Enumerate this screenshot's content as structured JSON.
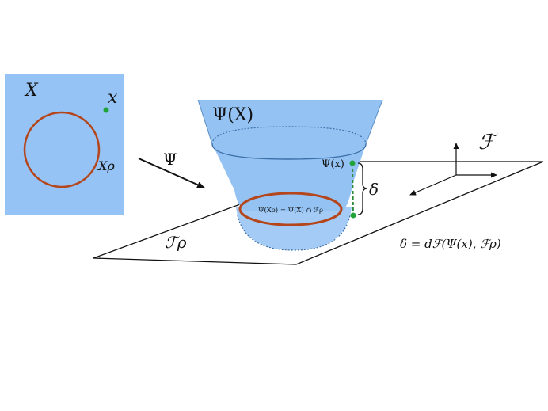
{
  "labels": {
    "input_space": "X",
    "point": "x",
    "level_set": "Xρ",
    "map": "Ψ",
    "image": "Ψ(X)",
    "image_point": "Ψ(x)",
    "distance": "δ",
    "feature_space": "ℱ",
    "feature_plane": "ℱρ",
    "intersection": "Ψ(Xρ) = Ψ(X) ∩ ℱρ",
    "distance_formula": "δ = dℱ(Ψ(x), ℱρ)"
  },
  "colors": {
    "region_fill": "#96c3f5",
    "cup_fill": "#93c2f3",
    "cup_edge": "#3c6fa8",
    "circle": "#b5451b",
    "point": "#21a33a",
    "distance_line": "#2e8b3a",
    "ink": "#111111"
  }
}
